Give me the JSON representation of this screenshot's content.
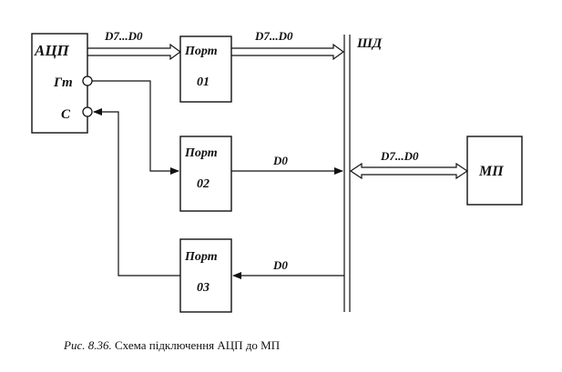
{
  "diagram": {
    "adc": {
      "title": "АЦП",
      "pin_ready": "Гт",
      "pin_start": "С"
    },
    "ports": [
      {
        "name": "Порт",
        "number": "01"
      },
      {
        "name": "Порт",
        "number": "02"
      },
      {
        "name": "Порт",
        "number": "03"
      }
    ],
    "mp": {
      "title": "МП"
    },
    "bus": {
      "label": "ШД"
    },
    "signals": {
      "adc_to_port1": "D7...D0",
      "port1_to_bus": "D7...D0",
      "port2_to_bus": "D0",
      "bus_to_port3": "D0",
      "bus_mp": "D7...D0"
    }
  },
  "caption": {
    "prefix": "Рис. 8.36.",
    "text": " Схема підключення АЦП до МП"
  }
}
